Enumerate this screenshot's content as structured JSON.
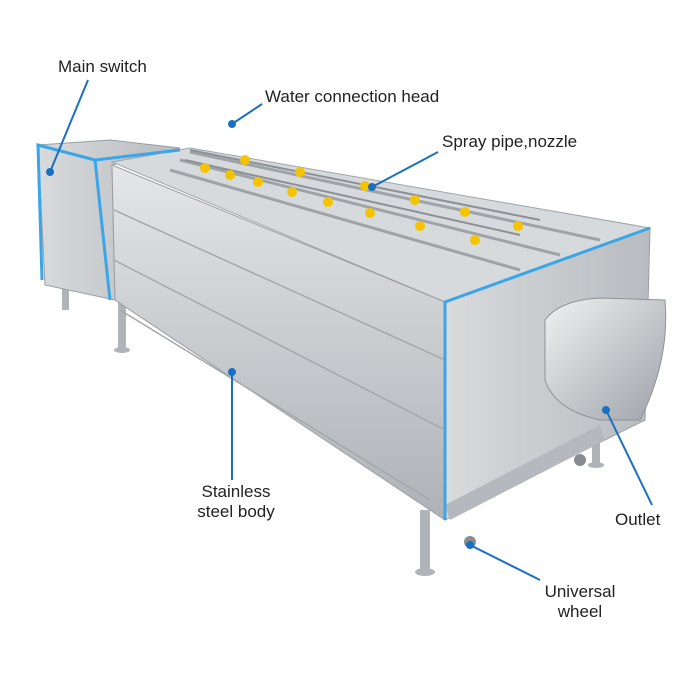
{
  "labels": {
    "main_switch": "Main switch",
    "water_connection_head": "Water connection head",
    "spray_pipe_nozzle": "Spray pipe,nozzle",
    "stainless_line1": "Stainless",
    "stainless_line2": "steel body",
    "outlet": "Outlet",
    "wheel_line1": "Universal",
    "wheel_line2": "wheel"
  },
  "colors": {
    "leader": "#1a6fc0",
    "edge_highlight": "#3aa6e8",
    "steel": "#c9ccd0",
    "nozzle": "#f5c400"
  }
}
